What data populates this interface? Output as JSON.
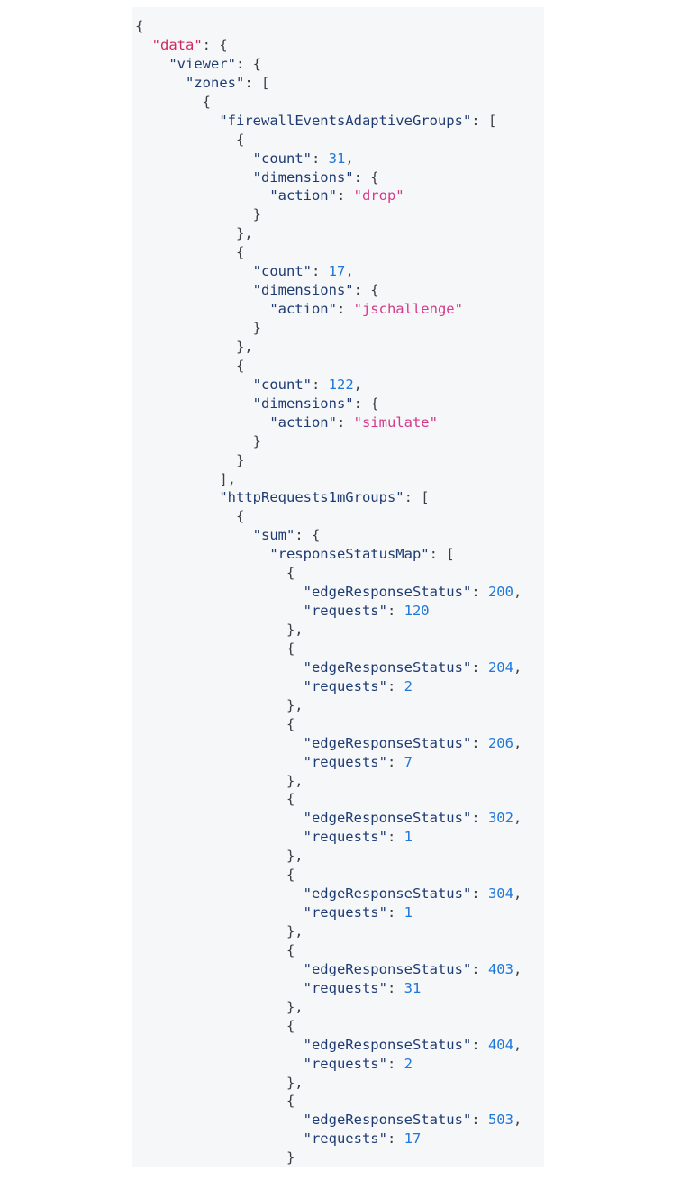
{
  "lines": [
    [
      [
        "p",
        "{"
      ]
    ],
    [
      [
        "p",
        "  "
      ],
      [
        "kd",
        "\"data\""
      ],
      [
        "p",
        ": {"
      ]
    ],
    [
      [
        "p",
        "    "
      ],
      [
        "k",
        "\"viewer\""
      ],
      [
        "p",
        ": {"
      ]
    ],
    [
      [
        "p",
        "      "
      ],
      [
        "k",
        "\"zones\""
      ],
      [
        "p",
        ": ["
      ]
    ],
    [
      [
        "p",
        "        {"
      ]
    ],
    [
      [
        "p",
        "          "
      ],
      [
        "k",
        "\"firewallEventsAdaptiveGroups\""
      ],
      [
        "p",
        ": ["
      ]
    ],
    [
      [
        "p",
        "            {"
      ]
    ],
    [
      [
        "p",
        "              "
      ],
      [
        "k",
        "\"count\""
      ],
      [
        "p",
        ": "
      ],
      [
        "n",
        "31"
      ],
      [
        "p",
        ","
      ]
    ],
    [
      [
        "p",
        "              "
      ],
      [
        "k",
        "\"dimensions\""
      ],
      [
        "p",
        ": {"
      ]
    ],
    [
      [
        "p",
        "                "
      ],
      [
        "k",
        "\"action\""
      ],
      [
        "p",
        ": "
      ],
      [
        "s",
        "\"drop\""
      ]
    ],
    [
      [
        "p",
        "              }"
      ]
    ],
    [
      [
        "p",
        "            },"
      ]
    ],
    [
      [
        "p",
        "            {"
      ]
    ],
    [
      [
        "p",
        "              "
      ],
      [
        "k",
        "\"count\""
      ],
      [
        "p",
        ": "
      ],
      [
        "n",
        "17"
      ],
      [
        "p",
        ","
      ]
    ],
    [
      [
        "p",
        "              "
      ],
      [
        "k",
        "\"dimensions\""
      ],
      [
        "p",
        ": {"
      ]
    ],
    [
      [
        "p",
        "                "
      ],
      [
        "k",
        "\"action\""
      ],
      [
        "p",
        ": "
      ],
      [
        "s",
        "\"jschallenge\""
      ]
    ],
    [
      [
        "p",
        "              }"
      ]
    ],
    [
      [
        "p",
        "            },"
      ]
    ],
    [
      [
        "p",
        "            {"
      ]
    ],
    [
      [
        "p",
        "              "
      ],
      [
        "k",
        "\"count\""
      ],
      [
        "p",
        ": "
      ],
      [
        "n",
        "122"
      ],
      [
        "p",
        ","
      ]
    ],
    [
      [
        "p",
        "              "
      ],
      [
        "k",
        "\"dimensions\""
      ],
      [
        "p",
        ": {"
      ]
    ],
    [
      [
        "p",
        "                "
      ],
      [
        "k",
        "\"action\""
      ],
      [
        "p",
        ": "
      ],
      [
        "s",
        "\"simulate\""
      ]
    ],
    [
      [
        "p",
        "              }"
      ]
    ],
    [
      [
        "p",
        "            }"
      ]
    ],
    [
      [
        "p",
        "          ],"
      ]
    ],
    [
      [
        "p",
        "          "
      ],
      [
        "k",
        "\"httpRequests1mGroups\""
      ],
      [
        "p",
        ": ["
      ]
    ],
    [
      [
        "p",
        "            {"
      ]
    ],
    [
      [
        "p",
        "              "
      ],
      [
        "k",
        "\"sum\""
      ],
      [
        "p",
        ": {"
      ]
    ],
    [
      [
        "p",
        "                "
      ],
      [
        "k",
        "\"responseStatusMap\""
      ],
      [
        "p",
        ": ["
      ]
    ],
    [
      [
        "p",
        "                  {"
      ]
    ],
    [
      [
        "p",
        "                    "
      ],
      [
        "k",
        "\"edgeResponseStatus\""
      ],
      [
        "p",
        ": "
      ],
      [
        "n",
        "200"
      ],
      [
        "p",
        ","
      ]
    ],
    [
      [
        "p",
        "                    "
      ],
      [
        "k",
        "\"requests\""
      ],
      [
        "p",
        ": "
      ],
      [
        "n",
        "120"
      ]
    ],
    [
      [
        "p",
        "                  },"
      ]
    ],
    [
      [
        "p",
        "                  {"
      ]
    ],
    [
      [
        "p",
        "                    "
      ],
      [
        "k",
        "\"edgeResponseStatus\""
      ],
      [
        "p",
        ": "
      ],
      [
        "n",
        "204"
      ],
      [
        "p",
        ","
      ]
    ],
    [
      [
        "p",
        "                    "
      ],
      [
        "k",
        "\"requests\""
      ],
      [
        "p",
        ": "
      ],
      [
        "n",
        "2"
      ]
    ],
    [
      [
        "p",
        "                  },"
      ]
    ],
    [
      [
        "p",
        "                  {"
      ]
    ],
    [
      [
        "p",
        "                    "
      ],
      [
        "k",
        "\"edgeResponseStatus\""
      ],
      [
        "p",
        ": "
      ],
      [
        "n",
        "206"
      ],
      [
        "p",
        ","
      ]
    ],
    [
      [
        "p",
        "                    "
      ],
      [
        "k",
        "\"requests\""
      ],
      [
        "p",
        ": "
      ],
      [
        "n",
        "7"
      ]
    ],
    [
      [
        "p",
        "                  },"
      ]
    ],
    [
      [
        "p",
        "                  {"
      ]
    ],
    [
      [
        "p",
        "                    "
      ],
      [
        "k",
        "\"edgeResponseStatus\""
      ],
      [
        "p",
        ": "
      ],
      [
        "n",
        "302"
      ],
      [
        "p",
        ","
      ]
    ],
    [
      [
        "p",
        "                    "
      ],
      [
        "k",
        "\"requests\""
      ],
      [
        "p",
        ": "
      ],
      [
        "n",
        "1"
      ]
    ],
    [
      [
        "p",
        "                  },"
      ]
    ],
    [
      [
        "p",
        "                  {"
      ]
    ],
    [
      [
        "p",
        "                    "
      ],
      [
        "k",
        "\"edgeResponseStatus\""
      ],
      [
        "p",
        ": "
      ],
      [
        "n",
        "304"
      ],
      [
        "p",
        ","
      ]
    ],
    [
      [
        "p",
        "                    "
      ],
      [
        "k",
        "\"requests\""
      ],
      [
        "p",
        ": "
      ],
      [
        "n",
        "1"
      ]
    ],
    [
      [
        "p",
        "                  },"
      ]
    ],
    [
      [
        "p",
        "                  {"
      ]
    ],
    [
      [
        "p",
        "                    "
      ],
      [
        "k",
        "\"edgeResponseStatus\""
      ],
      [
        "p",
        ": "
      ],
      [
        "n",
        "403"
      ],
      [
        "p",
        ","
      ]
    ],
    [
      [
        "p",
        "                    "
      ],
      [
        "k",
        "\"requests\""
      ],
      [
        "p",
        ": "
      ],
      [
        "n",
        "31"
      ]
    ],
    [
      [
        "p",
        "                  },"
      ]
    ],
    [
      [
        "p",
        "                  {"
      ]
    ],
    [
      [
        "p",
        "                    "
      ],
      [
        "k",
        "\"edgeResponseStatus\""
      ],
      [
        "p",
        ": "
      ],
      [
        "n",
        "404"
      ],
      [
        "p",
        ","
      ]
    ],
    [
      [
        "p",
        "                    "
      ],
      [
        "k",
        "\"requests\""
      ],
      [
        "p",
        ": "
      ],
      [
        "n",
        "2"
      ]
    ],
    [
      [
        "p",
        "                  },"
      ]
    ],
    [
      [
        "p",
        "                  {"
      ]
    ],
    [
      [
        "p",
        "                    "
      ],
      [
        "k",
        "\"edgeResponseStatus\""
      ],
      [
        "p",
        ": "
      ],
      [
        "n",
        "503"
      ],
      [
        "p",
        ","
      ]
    ],
    [
      [
        "p",
        "                    "
      ],
      [
        "k",
        "\"requests\""
      ],
      [
        "p",
        ": "
      ],
      [
        "n",
        "17"
      ]
    ],
    [
      [
        "p",
        "                  }"
      ]
    ]
  ]
}
